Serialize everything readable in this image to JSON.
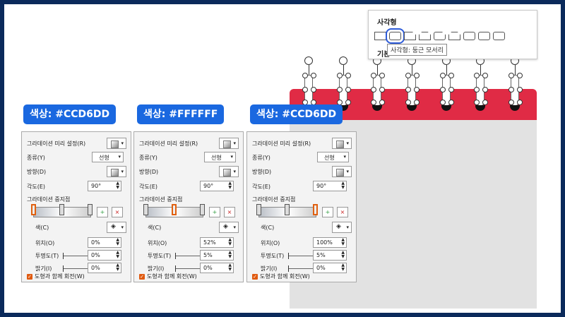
{
  "shape_popup": {
    "title": "사각형",
    "subtitle": "기본",
    "tooltip": "사각형: 둥근 모서리"
  },
  "labels": [
    {
      "text": "색상: #CCD6DD"
    },
    {
      "text": "색상: #FFFFFF"
    },
    {
      "text": "색상: #CCD6DD"
    }
  ],
  "panels": [
    {
      "preset_label": "그라데이션 미리 설정(R)",
      "type_label": "종류(Y)",
      "type_value": "선형",
      "direction_label": "방향(D)",
      "angle_label": "각도(E)",
      "angle_value": "90°",
      "stops_label": "그라데이션 중지점",
      "color_label": "색(C)",
      "position_label": "위치(O)",
      "position_value": "0%",
      "transparency_label": "투명도(T)",
      "transparency_value": "0%",
      "brightness_label": "밝기(I)",
      "brightness_value": "0%",
      "rotate_label": "도형과 함께 회전(W)",
      "active_stop_fraction": 0.0
    },
    {
      "preset_label": "그라데이션 미리 설정(R)",
      "type_label": "종류(Y)",
      "type_value": "선형",
      "direction_label": "방향(D)",
      "angle_label": "각도(E)",
      "angle_value": "90°",
      "stops_label": "그라데이션 중지점",
      "color_label": "색(C)",
      "position_label": "위치(O)",
      "position_value": "52%",
      "transparency_label": "투명도(T)",
      "transparency_value": "5%",
      "brightness_label": "밝기(I)",
      "brightness_value": "0%",
      "rotate_label": "도형과 함께 회전(W)",
      "active_stop_fraction": 0.52
    },
    {
      "preset_label": "그라데이션 미리 설정(R)",
      "type_label": "종류(Y)",
      "type_value": "선형",
      "direction_label": "방향(D)",
      "angle_label": "각도(E)",
      "angle_value": "90°",
      "stops_label": "그라데이션 중지점",
      "color_label": "색(C)",
      "position_label": "위치(O)",
      "position_value": "100%",
      "transparency_label": "투명도(T)",
      "transparency_value": "5%",
      "brightness_label": "밝기(I)",
      "brightness_value": "0%",
      "rotate_label": "도형과 함께 회전(W)",
      "active_stop_fraction": 1.0
    }
  ],
  "colors": {
    "frame": "#0b2a5b",
    "label_bg": "#1a68e0",
    "calendar_top": "#e02b45",
    "calendar_body": "#e2e2e2",
    "selection": "#2d5bd9"
  }
}
